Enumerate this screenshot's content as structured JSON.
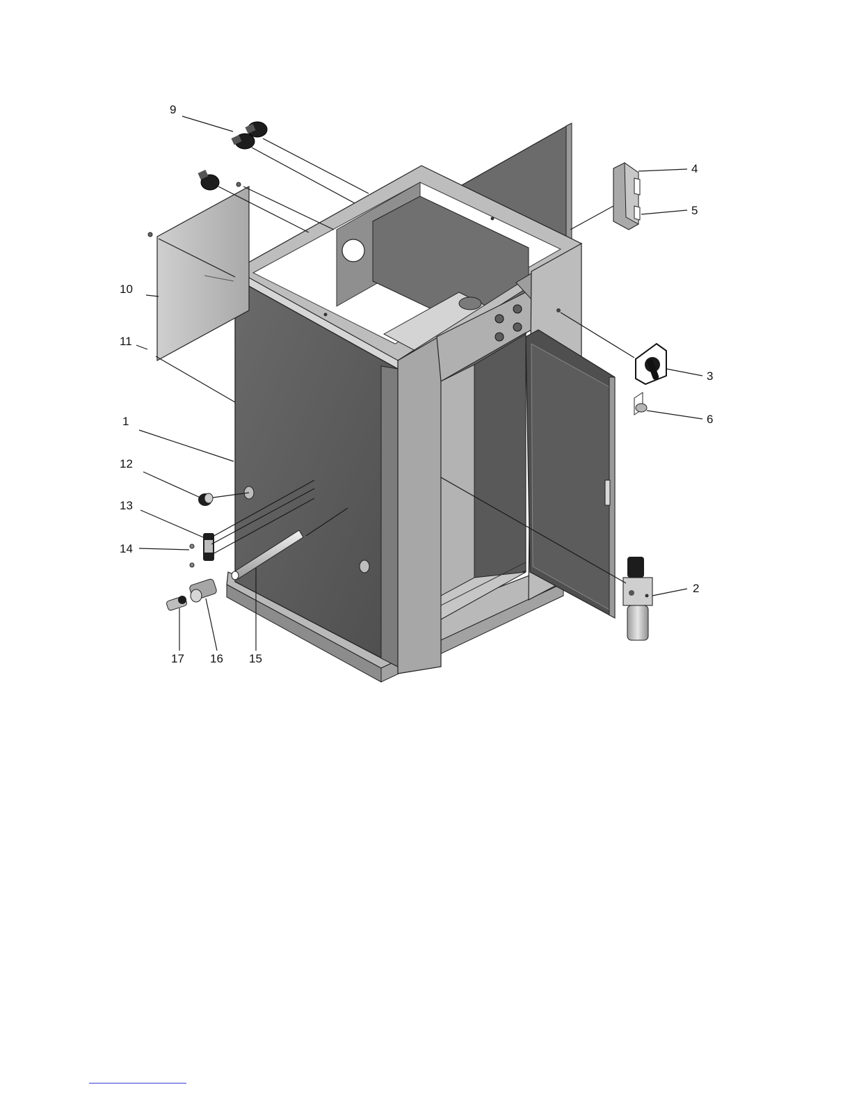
{
  "diagram": {
    "callouts": [
      {
        "id": "1",
        "label": "1"
      },
      {
        "id": "2",
        "label": "2"
      },
      {
        "id": "3",
        "label": "3"
      },
      {
        "id": "4",
        "label": "4"
      },
      {
        "id": "5",
        "label": "5"
      },
      {
        "id": "6",
        "label": "6"
      },
      {
        "id": "9",
        "label": "9"
      },
      {
        "id": "10",
        "label": "10"
      },
      {
        "id": "11",
        "label": "11"
      },
      {
        "id": "12",
        "label": "12"
      },
      {
        "id": "13",
        "label": "13"
      },
      {
        "id": "14",
        "label": "14"
      },
      {
        "id": "15",
        "label": "15"
      },
      {
        "id": "16",
        "label": "16"
      },
      {
        "id": "17",
        "label": "17"
      }
    ]
  },
  "colors": {
    "background": "#ffffff",
    "panel_light": "#c9c9c9",
    "panel_mid": "#a6a6a6",
    "panel_dark": "#5f5f5f",
    "knob": "#1c1c1c",
    "footnote_rule": "#3b3bd6"
  }
}
